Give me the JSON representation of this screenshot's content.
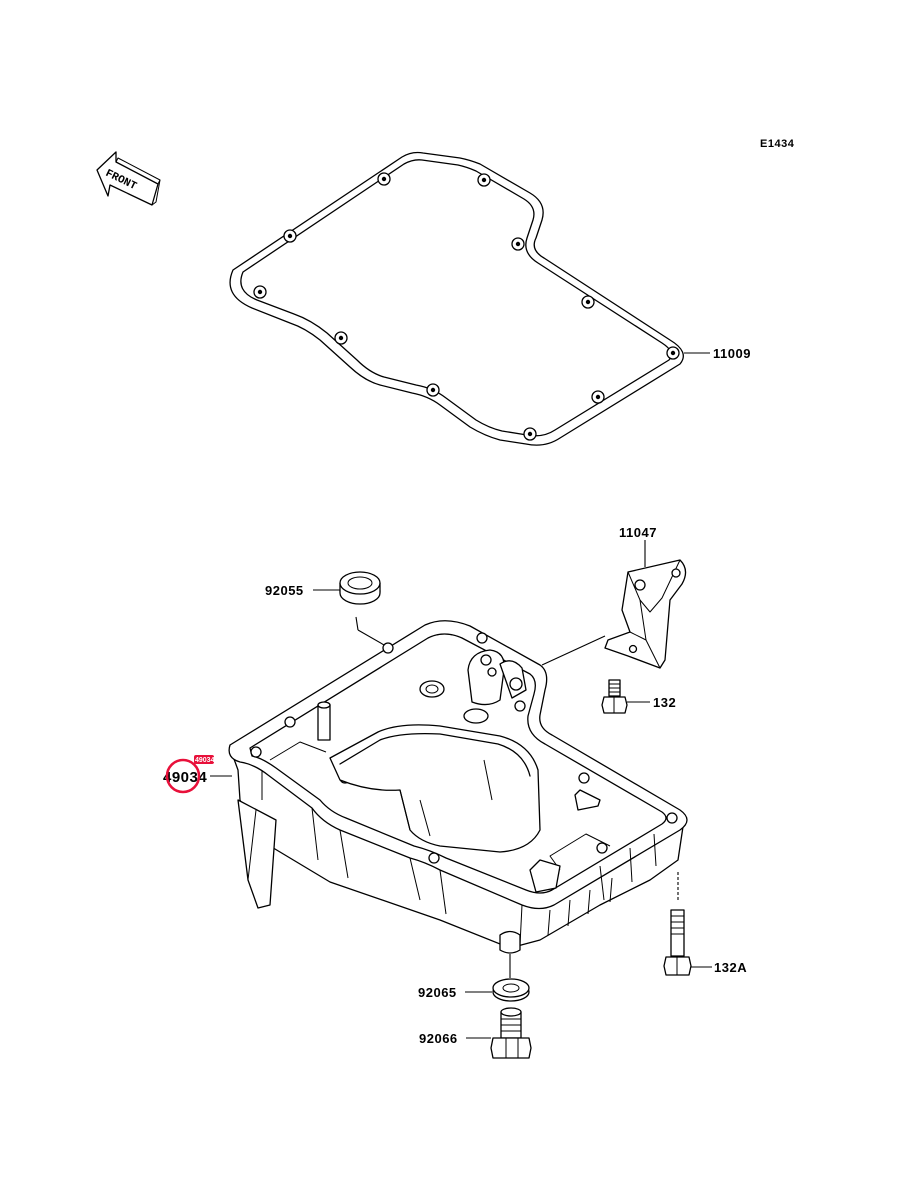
{
  "diagram": {
    "code": "E1434",
    "direction": "FRONT",
    "highlight_color": "#e8103a",
    "parts": {
      "gasket": "11009",
      "bracket": "11047",
      "oil_seal": "92055",
      "bracket_bolt": "132",
      "oil_pan": "49034",
      "oil_pan_badge": "49034",
      "pan_bolt": "132A",
      "washer": "92065",
      "drain_plug": "92066"
    }
  }
}
